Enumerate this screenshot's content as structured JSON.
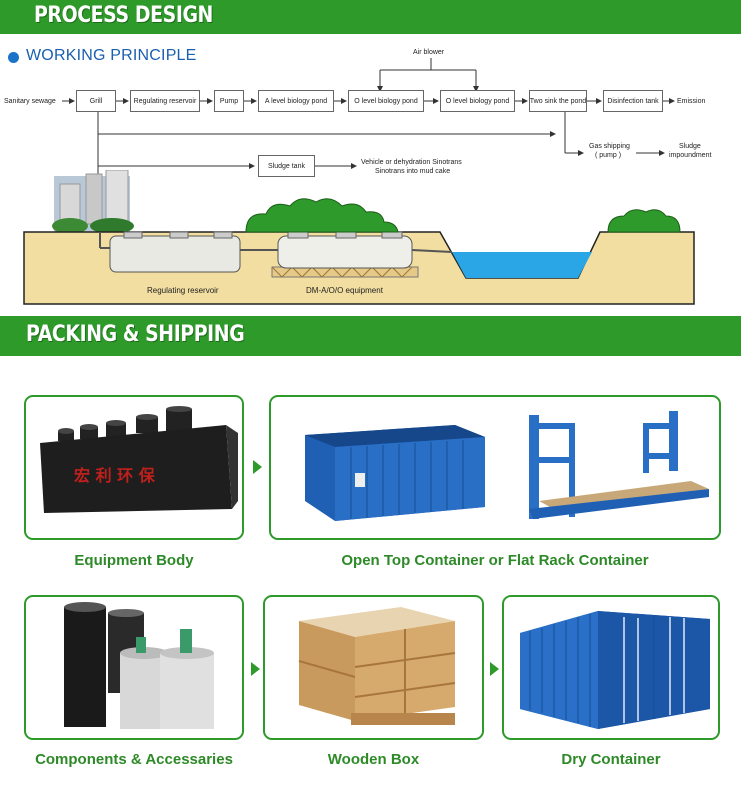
{
  "banners": {
    "process": "PROCESS DESIGN",
    "packing": "PACKING & SHIPPING"
  },
  "principle": {
    "heading": "WORKING PRINCIPLE"
  },
  "flow": {
    "air_blower": "Air blower",
    "sanitary": "Sanitary sewage",
    "grill": "Grill",
    "regulating": "Regulating reservoir",
    "pump": "Pump",
    "a_level": "A level biology pond",
    "o_level_1": "O level biology pond",
    "o_level_2": "O level biology pond",
    "two_sink": "Two sink the pond",
    "disinfection": "Disinfection tank",
    "emission": "Emission",
    "sludge_tank": "Sludge tank",
    "vehicle_line1": "Vehicle or dehydration Sinotrans",
    "vehicle_line2": "Sinotrans into mud cake",
    "gas_line1": "Gas shipping",
    "gas_line2": "( pump )",
    "sludge_line1": "Sludge",
    "sludge_line2": "impoundment"
  },
  "scene": {
    "reservoir_label": "Regulating reservoir",
    "equipment_label": "DM-A/O/O equipment",
    "tank_marks": "宏 利 环 保"
  },
  "captions": {
    "equipment_body": "Equipment Body",
    "containers": "Open Top Container or Flat Rack Container",
    "components": "Components & Accessaries",
    "wooden_box": "Wooden Box",
    "dry_container": "Dry Container"
  },
  "colors": {
    "brand_green": "#2e9a2a",
    "heading_blue": "#1a5fb0",
    "container_blue": "#1f5fb4",
    "soil": "#f2dea0",
    "water": "#2aa6e6"
  }
}
